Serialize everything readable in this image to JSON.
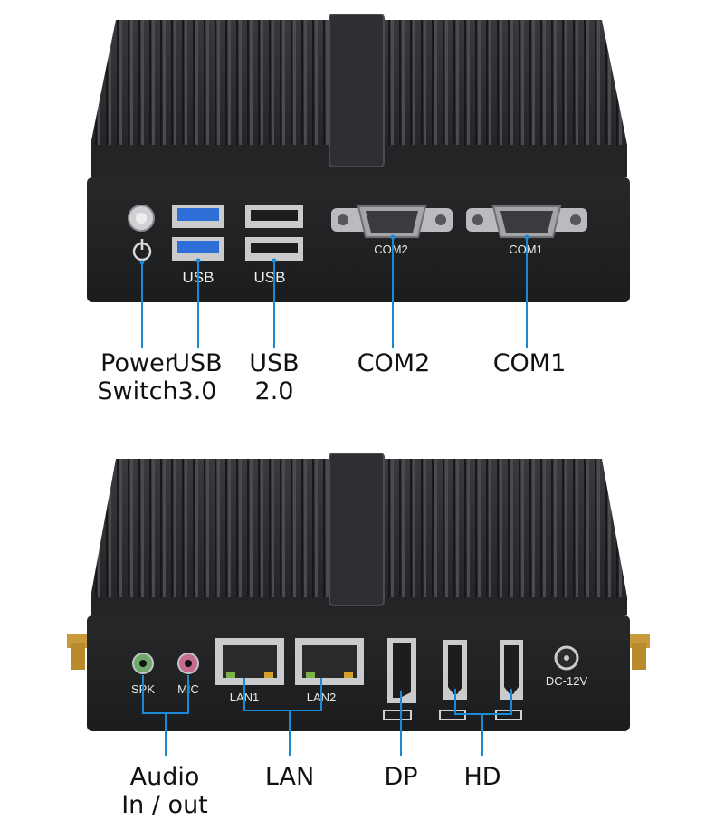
{
  "front": {
    "port_labels": {
      "usb_a": "USB",
      "usb_b": "USB",
      "com2": "COM2",
      "com1": "COM1"
    },
    "captions": {
      "power": [
        "Power",
        "Switch"
      ],
      "usb3": [
        "USB",
        "3.0"
      ],
      "usb2": [
        "USB",
        "2.0"
      ],
      "com2": [
        "COM2"
      ],
      "com1": [
        "COM1"
      ]
    }
  },
  "back": {
    "port_labels": {
      "spk": "SPK",
      "mic": "MIC",
      "lan1": "LAN1",
      "lan2": "LAN2",
      "dc": "DC-12V"
    },
    "captions": {
      "audio": [
        "Audio",
        "In / out"
      ],
      "lan": [
        "LAN"
      ],
      "dp": [
        "DP"
      ],
      "hd": [
        "HD"
      ]
    }
  },
  "colors": {
    "callout": "#1a8ad4",
    "chassis": "#2a2b2d",
    "usb3_blue": "#2d6fd6"
  }
}
